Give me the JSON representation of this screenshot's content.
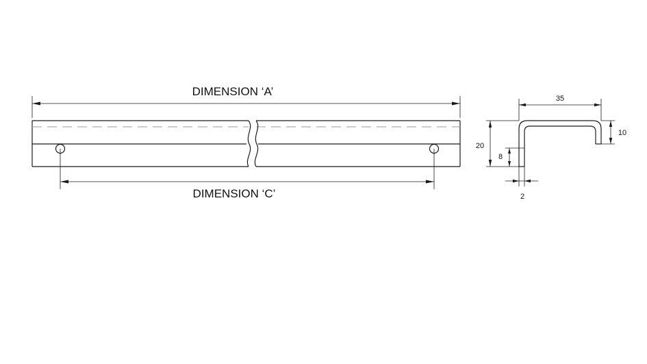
{
  "drawing": {
    "dimension_a_label": "DIMENSION ‘A’",
    "dimension_c_label": "DIMENSION ‘C’",
    "profile": {
      "width": "35",
      "height": "20",
      "return_height": "10",
      "lower_height": "8",
      "thickness": "2"
    }
  }
}
